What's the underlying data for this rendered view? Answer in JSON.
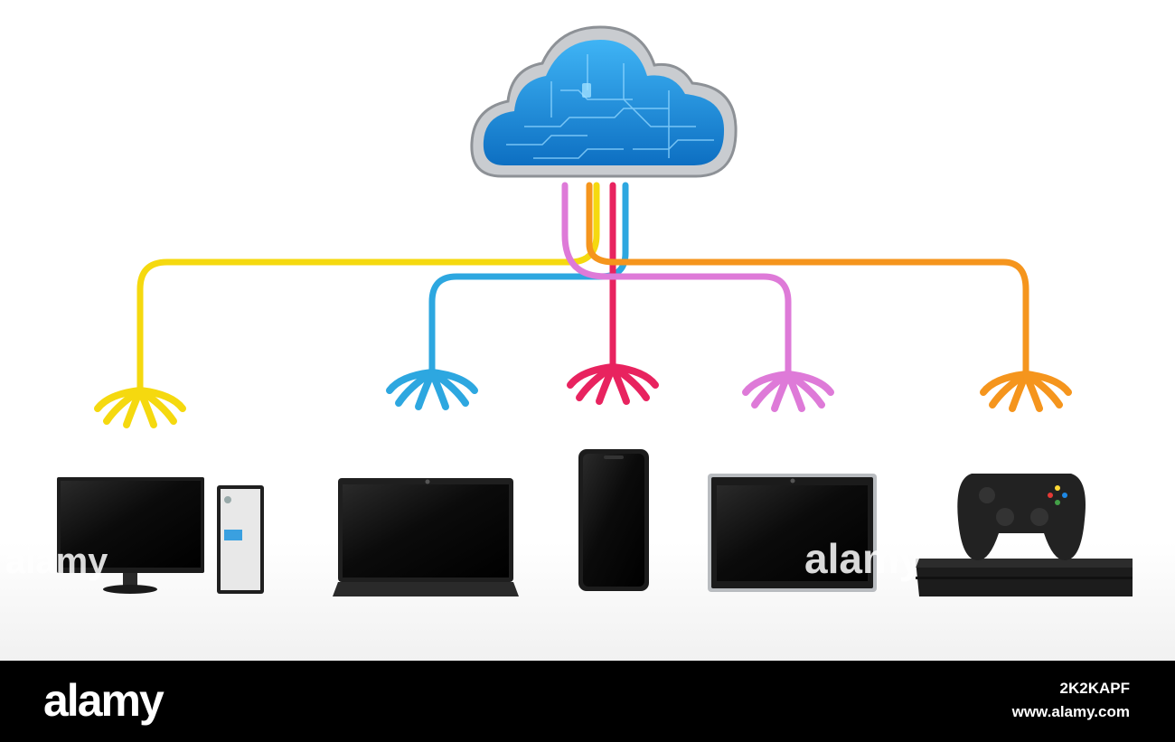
{
  "scene": {
    "background": "#ffffff",
    "cloud": {
      "name": "circuit-cloud",
      "fill": "#1a8fe0",
      "frame": "#c9ccd0"
    },
    "cables": [
      {
        "name": "yellow-cable",
        "color": "#f5d90f",
        "target": "desktop-computer"
      },
      {
        "name": "blue-cable",
        "color": "#2da7e0",
        "target": "laptop"
      },
      {
        "name": "red-cable",
        "color": "#e8235f",
        "target": "smartphone"
      },
      {
        "name": "pink-cable",
        "color": "#de7ad8",
        "target": "tablet"
      },
      {
        "name": "orange-cable",
        "color": "#f5951d",
        "target": "game-console"
      }
    ],
    "devices": [
      "desktop-computer",
      "laptop",
      "smartphone",
      "tablet",
      "game-console"
    ],
    "watermarks": [
      "alamy",
      "alamy",
      "alamy"
    ]
  },
  "footer": {
    "background": "#000000",
    "brand": "alamy",
    "image_id": "2K2KAPF",
    "site": "www.alamy.com"
  }
}
